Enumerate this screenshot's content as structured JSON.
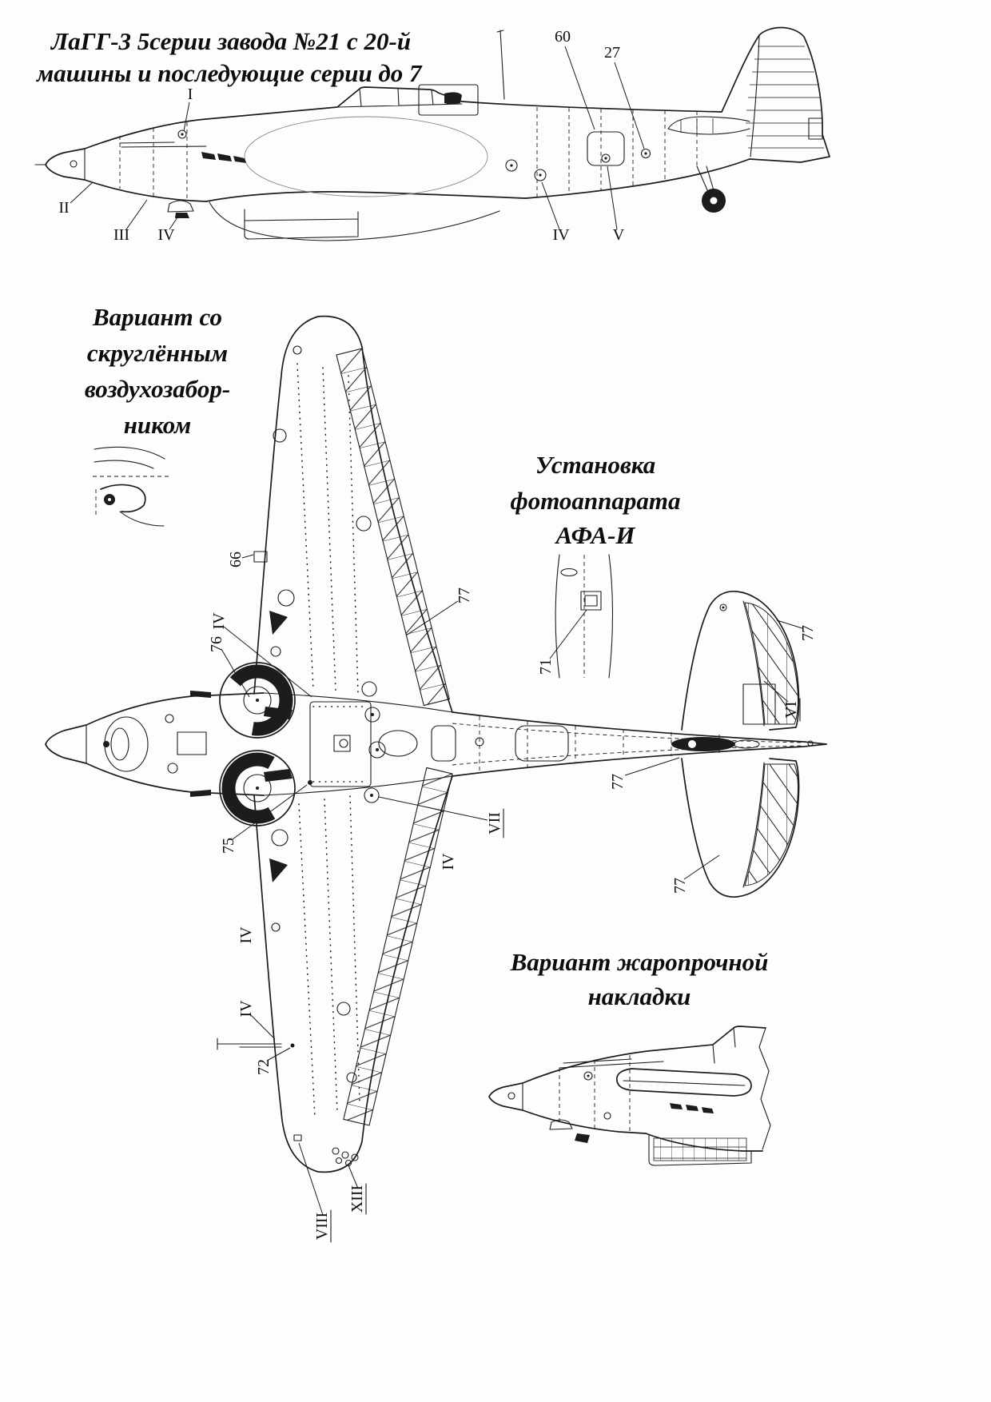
{
  "title": {
    "line1": "ЛаГГ-3  5серии завода №21  с 20-й",
    "line2": "машины  и последующие серии до 7"
  },
  "notes": {
    "intake": {
      "l1": "Вариант со",
      "l2": "скруглённым",
      "l3": "воздухозабор-",
      "l4": "ником"
    },
    "camera": {
      "l1": "Установка",
      "l2": "фотоаппарата",
      "l3": "АФА-И"
    },
    "heat": {
      "l1": "Вариант жаропрочной",
      "l2": "накладки"
    }
  },
  "sv": {
    "I": "I",
    "II": "II",
    "III": "III",
    "IVa": "IV",
    "IVb": "IV",
    "V": "V",
    "n60": "60",
    "n27": "27"
  },
  "pv": {
    "n66": "66",
    "n76": "76",
    "n75": "75",
    "n72": "72",
    "n71": "71",
    "n77a": "77",
    "n77b": "77",
    "n77c": "77",
    "n77d": "77",
    "IVa": "IV",
    "IVb": "IV",
    "IVc": "IV",
    "IVd": "IV",
    "VII": "VII",
    "VI": "VI",
    "VIII": "VIII",
    "XIII": "XIII"
  },
  "colors": {
    "ink": "#1c1c1c",
    "paper": "#fdfdfc"
  }
}
